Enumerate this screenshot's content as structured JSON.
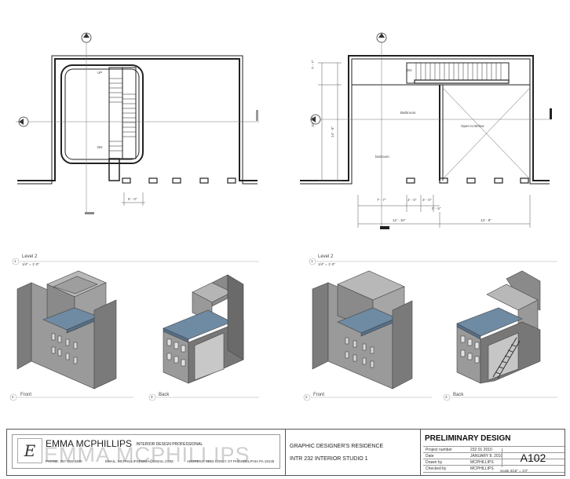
{
  "plans": {
    "left": {
      "labels": {
        "up": "UP",
        "dn": "DN",
        "dim": "5' - 0\""
      }
    },
    "right": {
      "labels": {
        "dn": "DN",
        "bathroom": "Bathroom",
        "bedroom": "bedroom",
        "open_to_below": "Open to Below",
        "dim_top": "7' - 7\"",
        "dim_mid": "14' - 5\"",
        "dim_side": "10' - 0\"",
        "dim_a": "7' - 7\"",
        "dim_b": "2' - 0\"",
        "dim_c": "3' - 0\"",
        "dim_d": "0' - 5\"",
        "dim_e": "12' - 10\"",
        "dim_f": "13' - 8\""
      }
    }
  },
  "views": {
    "left_level": {
      "num": "1",
      "title": "Level 2",
      "scale": "1/4\" = 1'-0\""
    },
    "right_level": {
      "num": "1",
      "title": "Level 2",
      "scale": "1/4\" = 1'-0\""
    },
    "iso": [
      {
        "num": "2",
        "label": "Front"
      },
      {
        "num": "3",
        "label": "Back"
      },
      {
        "num": "2",
        "label": "Front"
      },
      {
        "num": "3",
        "label": "Back"
      }
    ]
  },
  "title_block": {
    "logo_letter": "E",
    "firm_ghost": "EMMA MCPHILLIPS",
    "firm_name": "EMMA MCPHILLIPS",
    "firm_sub": "INTERIOR DESIGN PROFESSIONAL",
    "phone": "PHONE: 267-255-3380",
    "email": "EMAIL: MCPHILLIPSEMMA@GMAIL.COM",
    "address": "ADDRESS: 4613 CONLY ST PHILADELPHIA PA 19135",
    "project": "GRAPHIC DESIGNER'S RESIDENCE",
    "course": "INTR 232  INTERIOR STUDIO 1",
    "stage": "PRELIMINARY DESIGN",
    "rows": [
      {
        "k": "Project number",
        "v": "232 01 2010"
      },
      {
        "k": "Date",
        "v": "JANUARY 8, 2010"
      },
      {
        "k": "Drawn by",
        "v": "MCPHILLIPS"
      },
      {
        "k": "Checked by",
        "v": "MCPHILLIPS"
      }
    ],
    "sheet_number": "A102",
    "scale": "Scale  3/16\" = 1'0\""
  },
  "colors": {
    "line": "#222222",
    "wall": "#8c8c8c",
    "wall_dark": "#6a6a6a",
    "wall_light": "#b0b0b0",
    "floor_blue": "#6f8aa3"
  }
}
